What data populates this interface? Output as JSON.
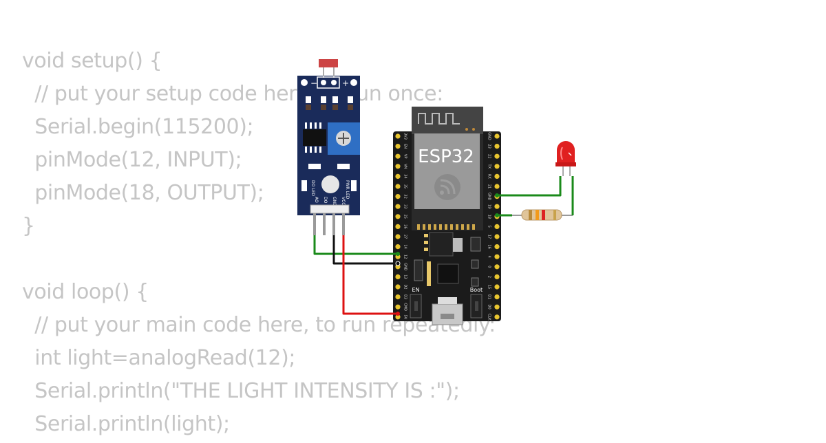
{
  "code": {
    "lines": [
      "void setup() {",
      "  // put your setup code here, to run once:",
      "  Serial.begin(115200);",
      "  pinMode(12, INPUT);",
      "  pinMode(18, OUTPUT);",
      "}",
      "",
      "void loop() {",
      "  // put your main code here, to run repeatedly:",
      "  int light=analogRead(12);",
      "  Serial.println(\"THE LIGHT INTENSITY IS :\");",
      "  Serial.println(light);"
    ]
  },
  "circuit": {
    "esp32": {
      "chip_label": "ESP32",
      "en_label": "EN",
      "boot_label": "Boot",
      "left_pins": [
        "3V3",
        "EN",
        "VP",
        "VN",
        "34",
        "35",
        "32",
        "33",
        "25",
        "26",
        "27",
        "14",
        "12",
        "GND",
        "13",
        "D2",
        "D3",
        "CMD",
        "5V"
      ],
      "right_pins": [
        "GND",
        "23",
        "22",
        "TX",
        "RX",
        "21",
        "GND",
        "19",
        "18",
        "5",
        "17",
        "16",
        "4",
        "0",
        "2",
        "15",
        "D1",
        "D0",
        "CLK"
      ]
    },
    "ldr_module": {
      "pin_labels": [
        "AO",
        "DO",
        "GND",
        "VCC"
      ],
      "do_led_label": "DO LED",
      "pwr_led_label": "PWR LED",
      "minus_label": "−",
      "plus_label": "+"
    },
    "wire_colors": {
      "signal": "#1a8a1a",
      "ground": "#111111",
      "power": "#dd1111"
    },
    "board_colors": {
      "esp32_pcb": "#1b1b1b",
      "ldr_pcb": "#1a2b5a",
      "potentiometer": "#2f6fc4",
      "led": "#e02020"
    }
  }
}
